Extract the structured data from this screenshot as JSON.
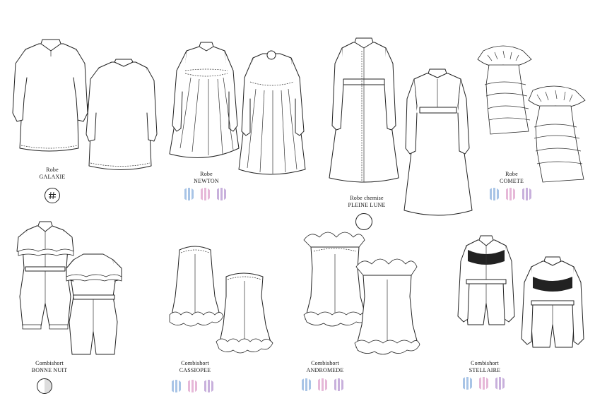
{
  "page": {
    "background": "#ffffff",
    "line_color": "#222222"
  },
  "swatch_colors": {
    "blue": "#a8c4e6",
    "pink": "#e6b8d8",
    "lavender": "#c8b0dc"
  },
  "garments": [
    {
      "id": "galaxie",
      "type": "Robe",
      "name": "GALAXIE",
      "swatches": [],
      "marker": "hash-circle"
    },
    {
      "id": "newton",
      "type": "Robe",
      "name": "NEWTON",
      "swatches": [
        "blue",
        "pink",
        "lavender"
      ],
      "marker": ""
    },
    {
      "id": "pleine-lune",
      "type": "Robe chemise",
      "name": "PLEINE LUNE",
      "swatches": [],
      "marker": "empty-circle"
    },
    {
      "id": "comete",
      "type": "Robe",
      "name": "COMETE",
      "swatches": [
        "blue",
        "pink",
        "lavender"
      ],
      "marker": ""
    },
    {
      "id": "bonne-nuit",
      "type": "Combishort",
      "name": "BONNE NUIT",
      "swatches": [],
      "marker": "half-circle"
    },
    {
      "id": "cassiopee",
      "type": "Combishort",
      "name": "CASSIOPEE",
      "swatches": [
        "blue",
        "pink",
        "lavender"
      ],
      "marker": ""
    },
    {
      "id": "andromede",
      "type": "Combishort",
      "name": "ANDROMEDE",
      "swatches": [
        "blue",
        "pink",
        "lavender"
      ],
      "marker": ""
    },
    {
      "id": "stellaire",
      "type": "Combishort",
      "name": "STELLAIRE",
      "swatches": [
        "blue",
        "pink",
        "lavender"
      ],
      "marker": ""
    }
  ]
}
